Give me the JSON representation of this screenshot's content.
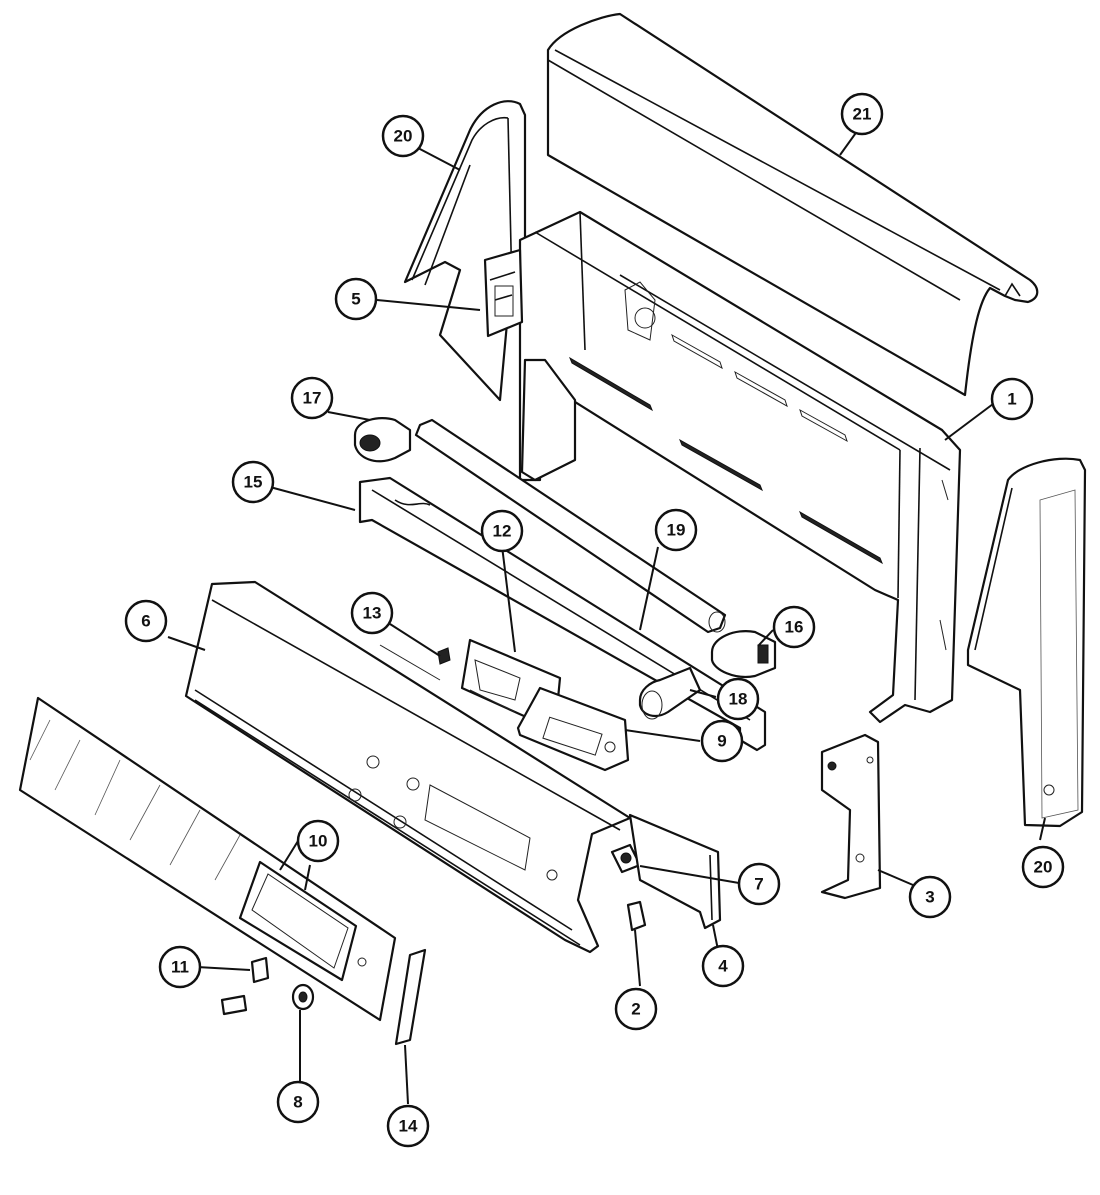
{
  "callouts": [
    {
      "id": "c1",
      "label": "1"
    },
    {
      "id": "c2",
      "label": "2"
    },
    {
      "id": "c3",
      "label": "3"
    },
    {
      "id": "c4",
      "label": "4"
    },
    {
      "id": "c5",
      "label": "5"
    },
    {
      "id": "c6",
      "label": "6"
    },
    {
      "id": "c7",
      "label": "7"
    },
    {
      "id": "c8",
      "label": "8"
    },
    {
      "id": "c9",
      "label": "9"
    },
    {
      "id": "c10",
      "label": "10"
    },
    {
      "id": "c11",
      "label": "11"
    },
    {
      "id": "c12",
      "label": "12"
    },
    {
      "id": "c13",
      "label": "13"
    },
    {
      "id": "c14",
      "label": "14"
    },
    {
      "id": "c15",
      "label": "15"
    },
    {
      "id": "c16",
      "label": "16"
    },
    {
      "id": "c17",
      "label": "17"
    },
    {
      "id": "c18",
      "label": "18"
    },
    {
      "id": "c19",
      "label": "19"
    },
    {
      "id": "c20a",
      "label": "20"
    },
    {
      "id": "c20b",
      "label": "20"
    },
    {
      "id": "c21",
      "label": "21"
    }
  ]
}
